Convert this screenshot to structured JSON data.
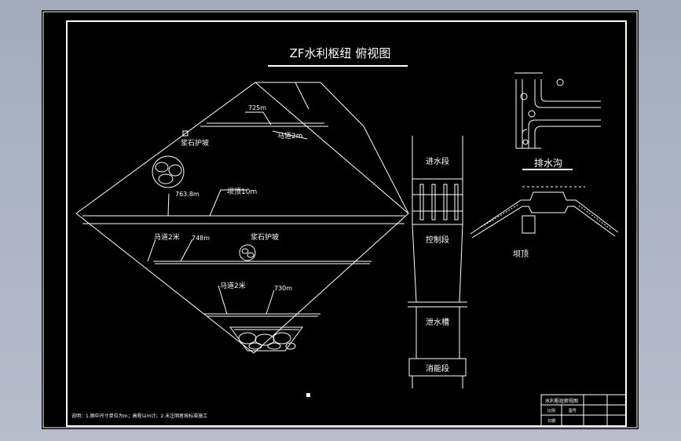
{
  "drawing": {
    "title": "ZF水利枢纽 俯视图",
    "plan": {
      "label_725": "725m",
      "label_mad_top": "马道2m",
      "label_riprap_top": "浆石护坡",
      "label_763": "763.8m",
      "label_crest": "坝顶10m",
      "label_mad_mid": "马道2米",
      "label_748": "748m",
      "label_riprap_mid": "浆石护坡",
      "label_mad_low": "马道2米",
      "label_730": "730m"
    },
    "spillway": {
      "inlet": "进水段",
      "control": "控制段",
      "chute": "泄水槽",
      "dissipation": "消能段"
    },
    "drain": {
      "title": "排水沟"
    },
    "crest_section": {
      "title": "坝顶"
    },
    "notes": "说明：1.图中尺寸单位为m；高程以m计；2.未注明者按标准施工",
    "titleblock": {
      "name": "水利枢纽俯视图",
      "r1": "比例",
      "r2": "图号",
      "r3": "日期"
    }
  },
  "colors": {
    "sheet": "#000000",
    "lines": "#ffffff",
    "frame_bg": "#a9b0c1"
  }
}
